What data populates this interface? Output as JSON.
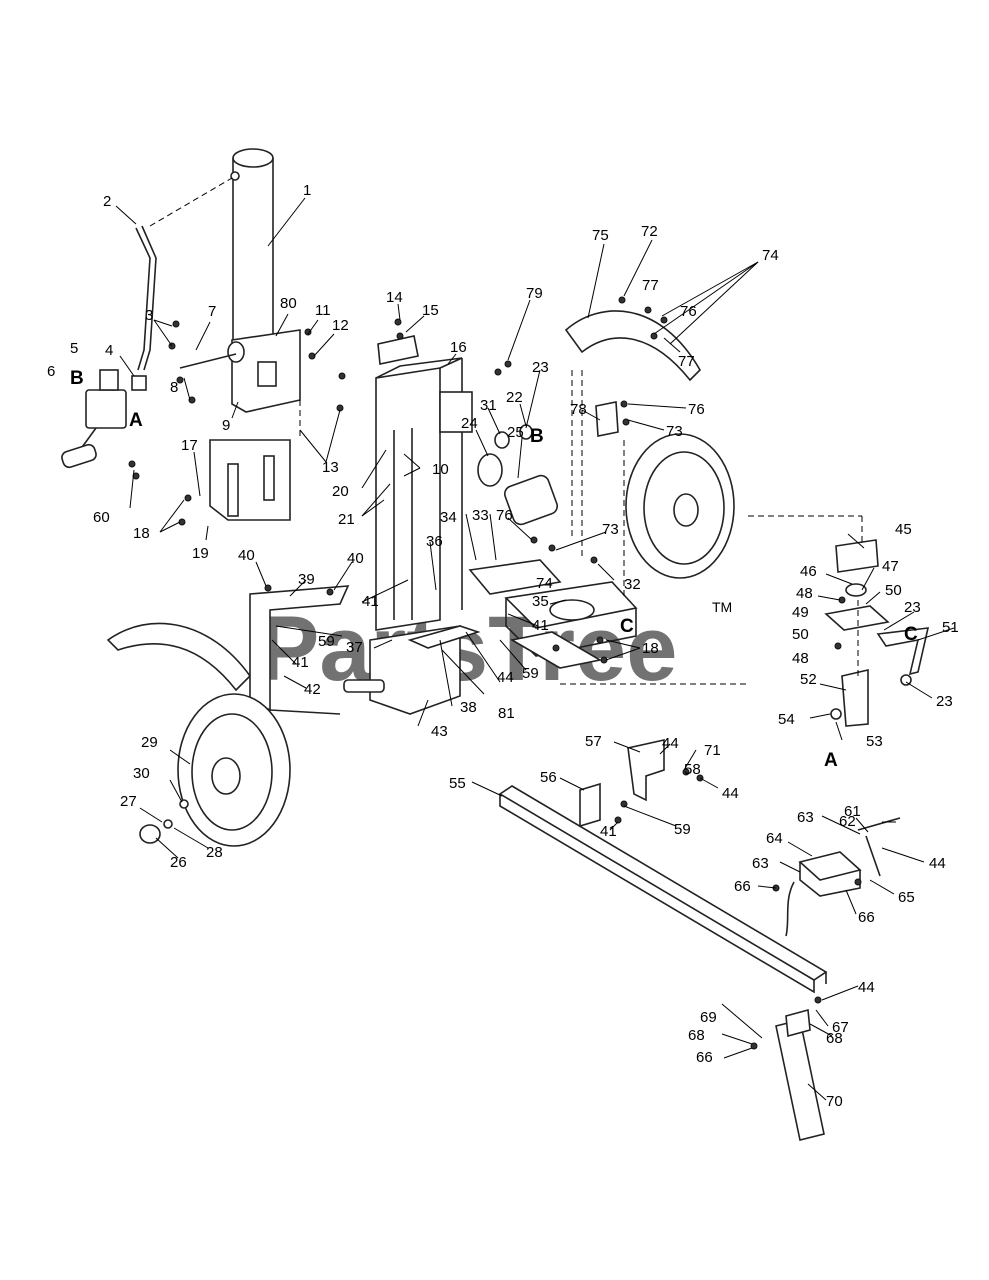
{
  "watermark": {
    "text": "PartsTree",
    "trademark": "TM"
  },
  "callouts": [
    "1",
    "2",
    "3",
    "4",
    "5",
    "6",
    "7",
    "8",
    "9",
    "10",
    "11",
    "12",
    "13",
    "14",
    "15",
    "16",
    "17",
    "18",
    "18",
    "19",
    "20",
    "21",
    "22",
    "23",
    "23",
    "23",
    "24",
    "25",
    "26",
    "27",
    "28",
    "29",
    "30",
    "31",
    "32",
    "33",
    "34",
    "35",
    "36",
    "37",
    "38",
    "39",
    "40",
    "40",
    "41",
    "41",
    "41",
    "41",
    "42",
    "43",
    "44",
    "44",
    "44",
    "44",
    "44",
    "45",
    "46",
    "47",
    "48",
    "48",
    "49",
    "50",
    "50",
    "51",
    "52",
    "53",
    "54",
    "55",
    "56",
    "57",
    "58",
    "59",
    "59",
    "59",
    "60",
    "61",
    "62",
    "63",
    "63",
    "64",
    "65",
    "66",
    "66",
    "66",
    "67",
    "68",
    "68",
    "69",
    "70",
    "71",
    "72",
    "73",
    "73",
    "74",
    "74",
    "74",
    "75",
    "76",
    "76",
    "76",
    "77",
    "77",
    "78",
    "79",
    "80",
    "81"
  ],
  "connectors": [
    "A",
    "B",
    "C",
    "A",
    "B",
    "C"
  ]
}
